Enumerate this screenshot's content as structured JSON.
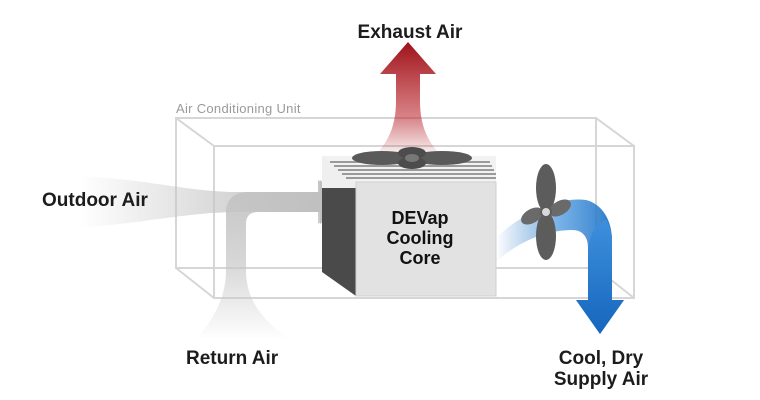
{
  "labels": {
    "exhaust": "Exhaust Air",
    "unit": "Air Conditioning Unit",
    "outdoor": "Outdoor Air",
    "return": "Return Air",
    "supply_line1": "Cool, Dry",
    "supply_line2": "Supply Air",
    "core_line1": "DEVap",
    "core_line2": "Cooling",
    "core_line3": "Core"
  },
  "colors": {
    "exhaust": "#a3141b",
    "supply": "#1b6ec2",
    "intake": "#c4c4c4",
    "unit_outline": "#d6d6d6",
    "core_face": "#e2e2e2",
    "core_side": "#4a4a4a",
    "fan": "#5a5a5a"
  },
  "icons": {
    "top_fan": "fan-icon",
    "side_fan": "fan-icon"
  }
}
